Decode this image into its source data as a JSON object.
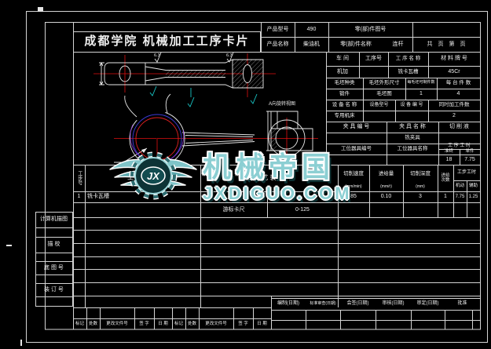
{
  "title": {
    "text": "成都学院  机械加工工序卡片"
  },
  "info": {
    "product_model_label": "产品型号",
    "product_model_value": "490",
    "part_no_label": "零(部)件图号",
    "part_no_value": "",
    "product_name_label": "产品名称",
    "product_name_value": "柴油机",
    "part_name_label": "零(部)件名称",
    "part_name_value": "连杆",
    "pages_text": "共　页　第　页"
  },
  "process": {
    "workshop_label": "车  间",
    "workshop_value": "机加",
    "op_no_label": "工序号",
    "op_no_value": "",
    "op_name_label": "工 序 名 称",
    "op_name_value": "铣卡瓦槽",
    "material_label": "材 料 牌 号",
    "material_value": "45Cr",
    "blank_type_label": "毛坯种类",
    "blank_type_value": "锻件",
    "blank_size_label": "毛坯外形尺寸",
    "blank_size_value": "毛坯图",
    "per_blank_label": "每毛坯可制件数",
    "per_blank_value": "1",
    "per_unit_label": "每 台 件 数",
    "per_unit_value": "4",
    "equip_name_label": "设 备 名 称",
    "equip_name_value": "专用机床",
    "equip_model_label": "设备型号",
    "equip_model_value": "",
    "equip_no_label": "设 备 编 号",
    "equip_no_value": "",
    "simult_label": "同时加工件数",
    "simult_value": "2",
    "fixture_no_label": "夹 具 编 号",
    "fixture_no_value": "",
    "fixture_name_label": "夹 具 名 称",
    "fixture_name_value": "铣夹具",
    "coolant_label": "切 削 液",
    "coolant_value": "",
    "holder_no_label": "工位器具编号",
    "holder_name_label": "工位器具名称",
    "op_time_label": "工 序 工 时",
    "prep_label": "准终",
    "prep_value": "18",
    "piece_label": "单件",
    "piece_value": "7.75"
  },
  "steps": {
    "col_step_no": "工步号",
    "col_content": "工 步 内 容",
    "col_tooling": "工 艺 装 备",
    "col_speed": "切削速度",
    "col_speed_unit": "(mm/min)",
    "col_feed": "进给量",
    "col_feed_unit": "(mm/r)",
    "col_depth": "切削深度",
    "col_depth_unit": "(mm)",
    "col_passes": "进给次数",
    "col_step_time": "工步工时",
    "col_machine": "机动",
    "col_aux": "辅助",
    "rows": [
      {
        "no": "1",
        "content": "铣卡瓦槽",
        "tool_a": "",
        "tool_b": "",
        "speed": "85",
        "feed": "0.10",
        "depth": "3",
        "passes": "1",
        "machine": "7.75",
        "aux": "1.25"
      },
      {
        "no": "",
        "content": "",
        "tool_a": "游标卡尺",
        "tool_b": "0-125",
        "speed": "",
        "feed": "",
        "depth": "",
        "passes": "",
        "machine": "",
        "aux": ""
      }
    ]
  },
  "margin": {
    "trace": "计算机描图",
    "check": "描  校",
    "base_no": "底 图 号",
    "bind_no": "装 订 号"
  },
  "revision": {
    "mark": "标记",
    "count": "处数",
    "doc_no": "更改文件号",
    "sign": "签 字",
    "date": "日 期"
  },
  "signatures": [
    "编制(日期)",
    "标准审查(日期)",
    "会签(日期)",
    "审核(日期)",
    "审定(日期)",
    "批准"
  ],
  "drawing": {
    "finish_value": "6.3",
    "view_label": "A向旋转视图"
  },
  "watermark": {
    "initials": "JX",
    "brand": "机械帝国",
    "site": "JXDIGUO.COM",
    "teal": "#8ccfd3",
    "outline": "#ffffff"
  }
}
